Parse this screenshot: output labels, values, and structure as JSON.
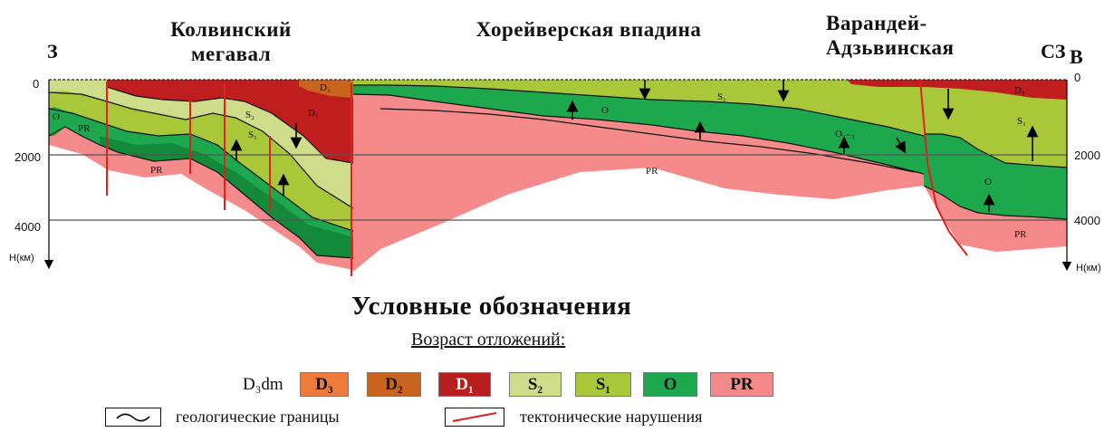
{
  "sides": {
    "west": "З",
    "east": "В",
    "northwest": "СЗ"
  },
  "regions": {
    "kolva": [
      "Колвинский",
      "мегавал"
    ],
    "khoreyver": "Хорейверская впадина",
    "varandey": [
      "Варандей-",
      "Адзьвинская"
    ]
  },
  "axis": {
    "left_ticks": [
      "0",
      "2000",
      "4000"
    ],
    "right_ticks": [
      "0",
      "2000",
      "4000"
    ],
    "unit_label": "H(км)"
  },
  "section_labels": {
    "pr": "PR",
    "o": "O",
    "s1": "S₁",
    "s2": "S₂",
    "d1": "D₁",
    "d2": "D₂",
    "o23": "O₂₋₃"
  },
  "legend": {
    "title": "Условные   обозначения",
    "subtitle": "Возраст отложений:",
    "d3dm": "D₃dm",
    "swatches": [
      {
        "label": "D₃",
        "color": "#f07a3a"
      },
      {
        "label": "D₂",
        "color": "#c8641e"
      },
      {
        "label": "D₁",
        "color": "#b81e1e"
      },
      {
        "label": "S₂",
        "color": "#cfdc8a"
      },
      {
        "label": "S₁",
        "color": "#a8c83a"
      },
      {
        "label": "O",
        "color": "#1ea84e"
      },
      {
        "label": "PR",
        "color": "#f58a8a"
      }
    ],
    "boundaries": "геологические границы",
    "faults": "тектонические нарушения"
  },
  "colors": {
    "pr": "#f58a8a",
    "o": "#1ea84e",
    "o_dark": "#128a3a",
    "s1": "#a8c83a",
    "s2": "#cfdc8a",
    "d1": "#c01e1e",
    "d2": "#c8641e",
    "fault": "#e0201e"
  }
}
